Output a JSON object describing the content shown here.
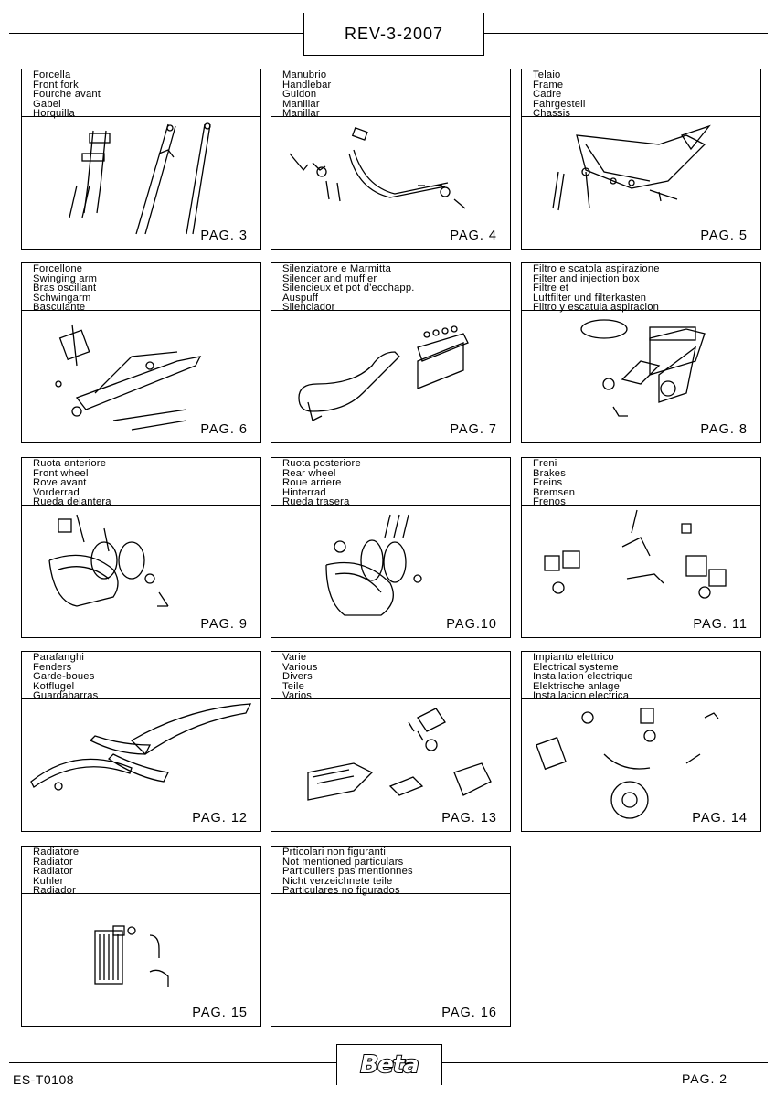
{
  "header": {
    "revision": "REV-3-2007"
  },
  "cards": [
    {
      "labels": [
        "Forcella",
        "Front fork",
        "Fourche avant",
        "Gabel",
        "Horquilla"
      ],
      "page": "PAG. 3",
      "icon": "front-fork-drawing-icon"
    },
    {
      "labels": [
        "Manubrio",
        "Handlebar",
        "Guidon",
        "Manillar",
        "Manillar"
      ],
      "page": "PAG. 4",
      "icon": "handlebar-drawing-icon"
    },
    {
      "labels": [
        "Telaio",
        "Frame",
        "Cadre",
        "Fahrgestell",
        "Chassis"
      ],
      "page": "PAG. 5",
      "icon": "frame-drawing-icon"
    },
    {
      "labels": [
        "Forcellone",
        "Swinging arm",
        "Bras oscillant",
        "Schwingarm",
        "Basculante"
      ],
      "page": "PAG. 6",
      "icon": "swinging-arm-drawing-icon"
    },
    {
      "labels": [
        "Silenziatore e Marmitta",
        "Silencer and muffler",
        "Silencieux et pot d'ecchapp.",
        "Auspuff",
        "Silenciador"
      ],
      "page": "PAG. 7",
      "icon": "exhaust-drawing-icon"
    },
    {
      "labels": [
        "Filtro e scatola aspirazione",
        "Filter and injection box",
        "Filtre et",
        "Luftfilter und filterkasten",
        "Filtro y escatula aspiracion"
      ],
      "page": "PAG. 8",
      "icon": "air-filter-drawing-icon"
    },
    {
      "labels": [
        "Ruota anteriore",
        "Front wheel",
        "Rove avant",
        "Vorderrad",
        "Rueda delantera"
      ],
      "page": "PAG. 9",
      "icon": "front-wheel-drawing-icon"
    },
    {
      "labels": [
        "Ruota posteriore",
        "Rear wheel",
        "Roue arriere",
        "Hinterrad",
        "Rueda trasera"
      ],
      "page": "PAG.10",
      "icon": "rear-wheel-drawing-icon"
    },
    {
      "labels": [
        "Freni",
        "Brakes",
        "Freins",
        "Bremsen",
        "Frenos"
      ],
      "page": "PAG. 11",
      "icon": "brakes-drawing-icon"
    },
    {
      "labels": [
        "Parafanghi",
        "Fenders",
        "Garde-boues",
        "Kotflugel",
        "Guardabarras"
      ],
      "page": "PAG. 12",
      "icon": "fenders-drawing-icon"
    },
    {
      "labels": [
        "Varie",
        "Various",
        "Divers",
        "Teile",
        "Varios"
      ],
      "page": "PAG. 13",
      "icon": "various-parts-drawing-icon"
    },
    {
      "labels": [
        "Impianto elettrico",
        "Electrical systeme",
        "Installation electrique",
        "Elektrische anlage",
        "Installacion electrica"
      ],
      "page": "PAG. 14",
      "icon": "electrical-drawing-icon"
    },
    {
      "labels": [
        "Radiatore",
        "Radiator",
        "Radiator",
        "Kuhler",
        "Radiador"
      ],
      "page": "PAG. 15",
      "icon": "radiator-drawing-icon"
    },
    {
      "labels": [
        "Prticolari non figuranti",
        "Not mentioned particulars",
        "Particuliers pas mentionnes",
        "Nicht verzeichnete teile",
        "Particulares no figurados"
      ],
      "page": "PAG. 16",
      "icon": ""
    }
  ],
  "footer": {
    "logo": "Beta",
    "code": "ES-T0108",
    "page": "PAG. 2"
  }
}
